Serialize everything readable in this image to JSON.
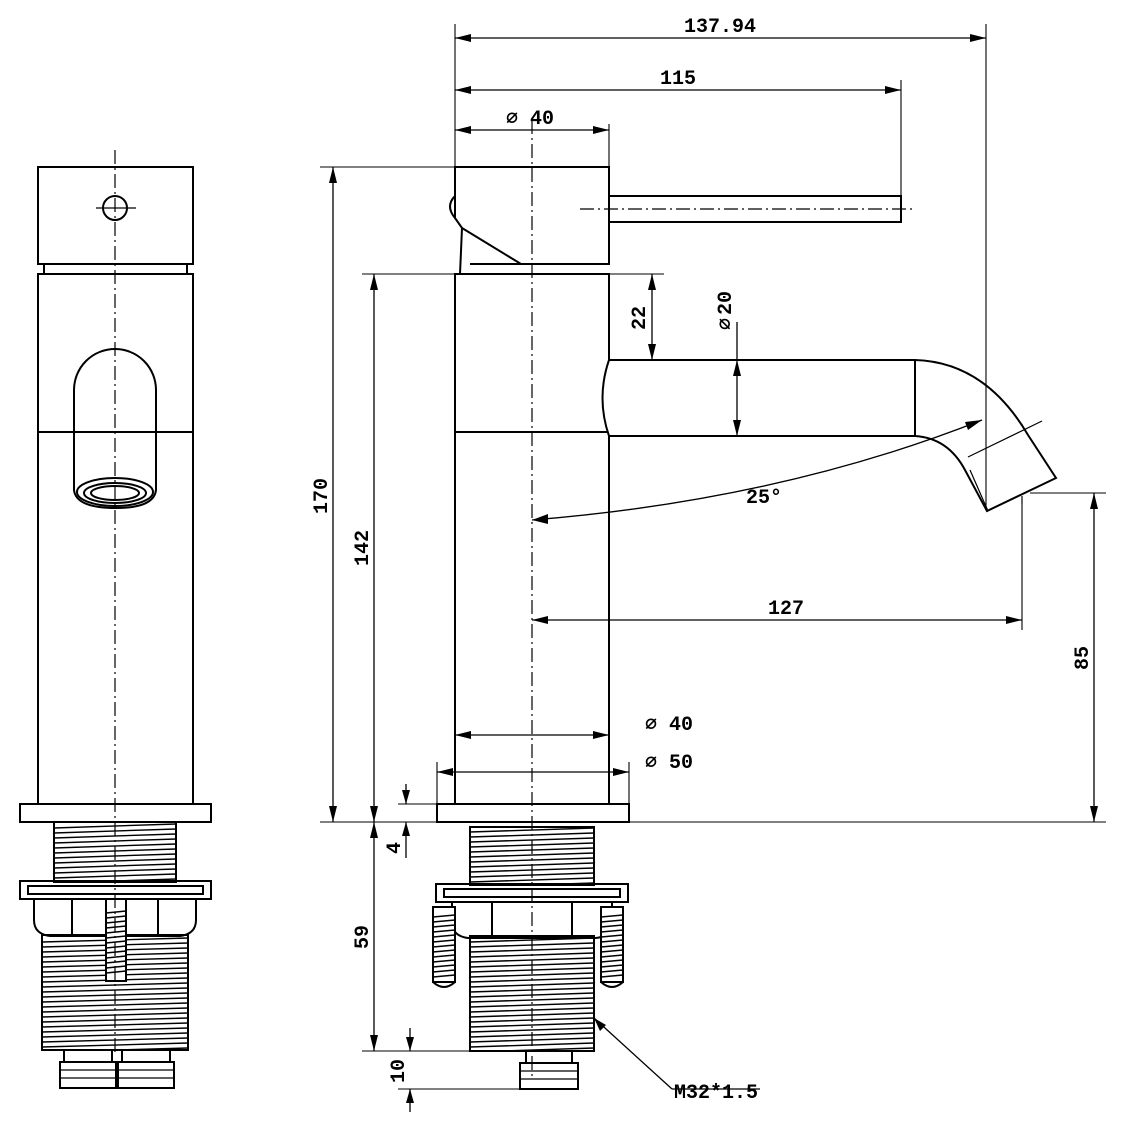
{
  "dimensions": {
    "overall_reach": "137.94",
    "handle_reach": "115",
    "body_top_dia": "40",
    "total_height": "170",
    "body_height": "142",
    "spout_gap": "22",
    "spout_dia": "20",
    "spout_angle": "25°",
    "spout_projection": "127",
    "spout_outlet_height": "85",
    "base_dia_inner": "40",
    "base_dia_outer": "50",
    "base_plate_thickness": "4",
    "shank_length": "59",
    "connector_length": "10",
    "thread_spec": "M32*1.5"
  },
  "symbols": {
    "diameter": "∅"
  }
}
